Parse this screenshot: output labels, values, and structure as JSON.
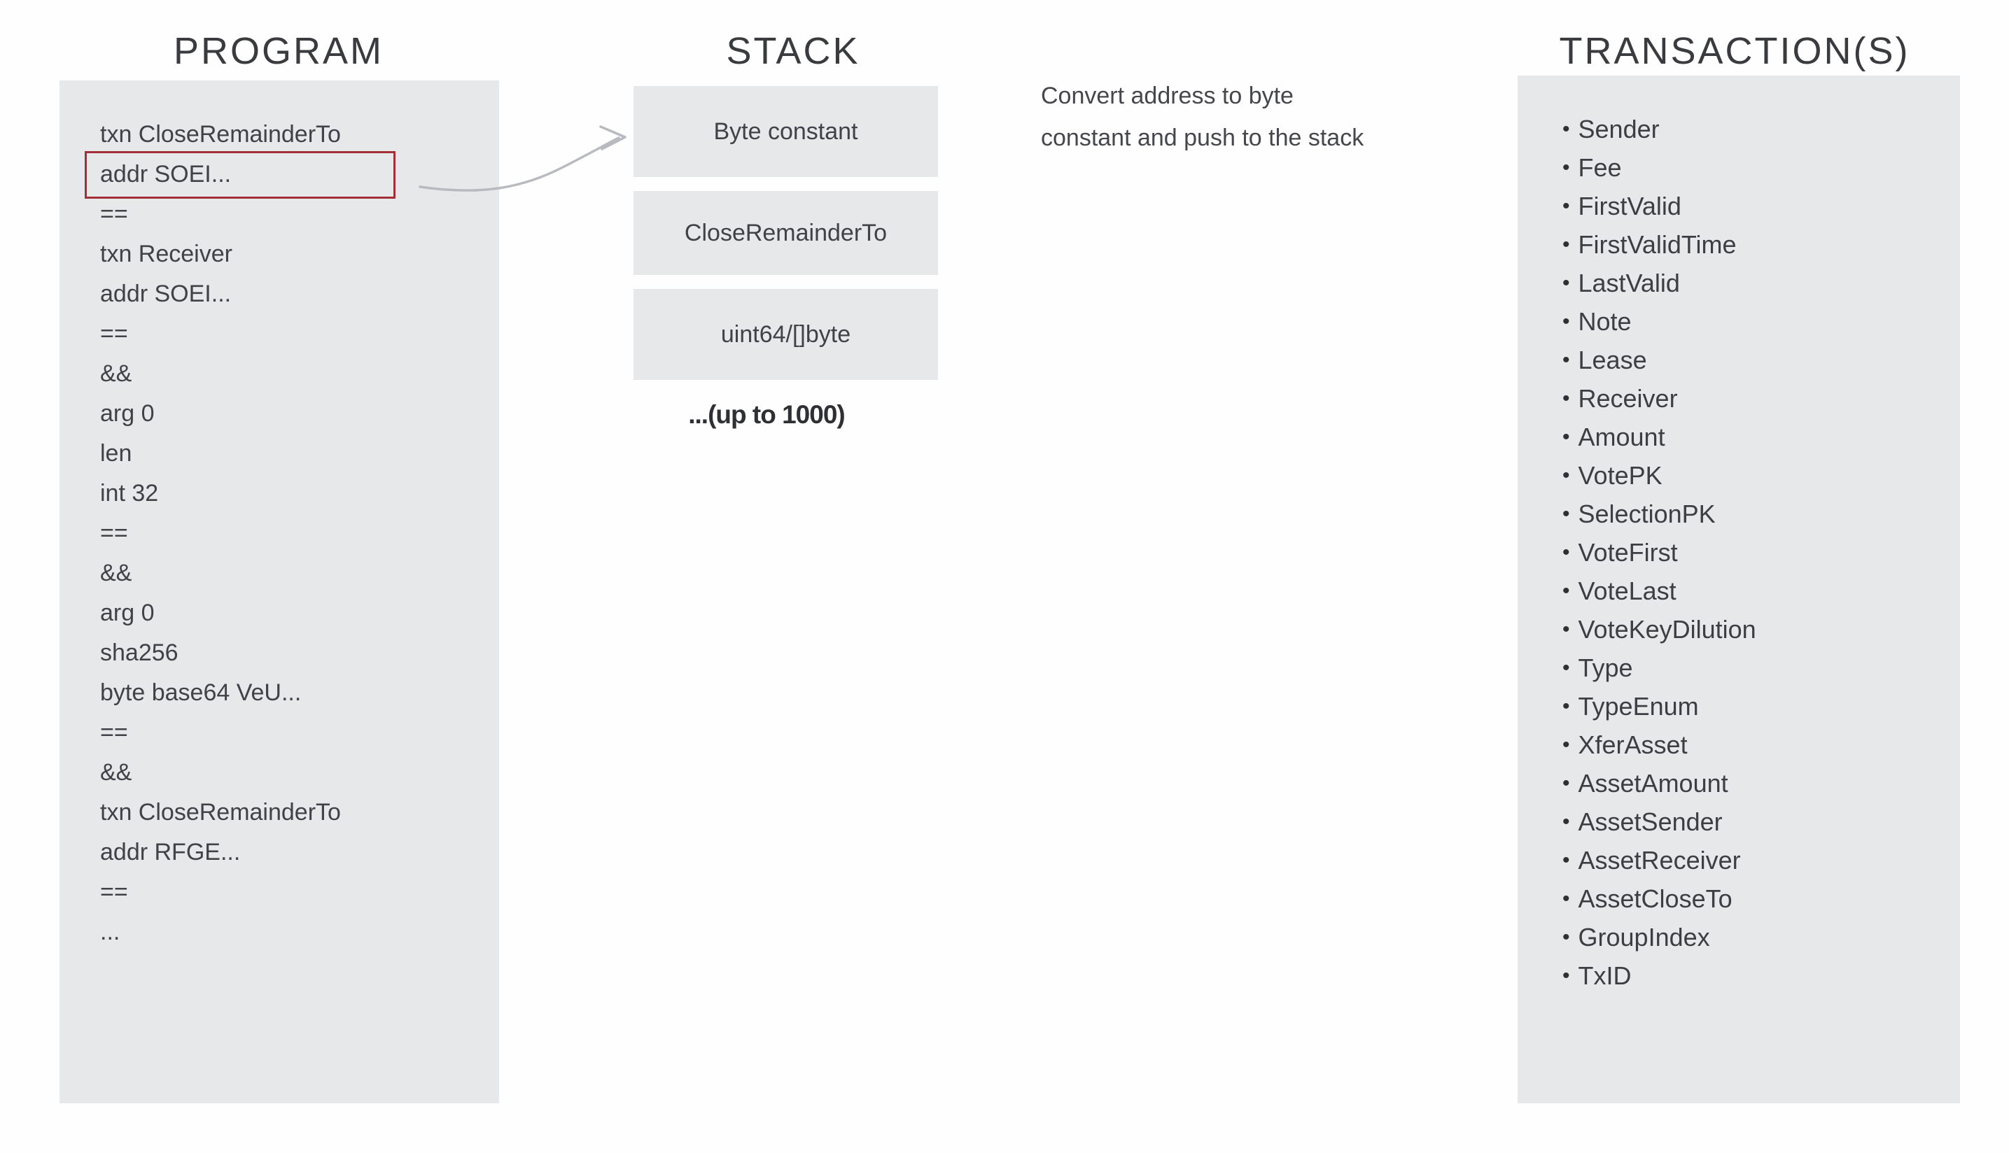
{
  "colors": {
    "panel_fill": "#e7e8ea",
    "highlight_border": "#a22f38",
    "arrow": "#b9bac0",
    "heading_text": "#3a3b3f",
    "body_text": "#404248"
  },
  "program": {
    "title": "PROGRAM",
    "highlighted_line_index": 1,
    "lines": [
      "txn CloseRemainderTo",
      "addr SOEI...",
      "==",
      "txn Receiver",
      "addr SOEI...",
      "==",
      "&&",
      "arg 0",
      "len",
      "int 32",
      "==",
      "&&",
      "arg 0",
      "sha256",
      "byte base64 VeU...",
      "==",
      "&&",
      "txn CloseRemainderTo",
      "addr RFGE...",
      "==",
      "..."
    ]
  },
  "stack": {
    "title": "STACK",
    "boxes": [
      "Byte constant",
      "CloseRemainderTo",
      "uint64/[]byte"
    ],
    "overflow_note": "...(up to 1000)"
  },
  "annotation": {
    "line1": "Convert address to byte",
    "line2": "constant and push to the stack"
  },
  "transactions": {
    "title": "TRANSACTION(S)",
    "bullet": "•",
    "fields": [
      "Sender",
      "Fee",
      "FirstValid",
      "FirstValidTime",
      "LastValid",
      "Note",
      "Lease",
      "Receiver",
      "Amount",
      "VotePK",
      "SelectionPK",
      "VoteFirst",
      "VoteLast",
      "VoteKeyDilution",
      "Type",
      "TypeEnum",
      "XferAsset",
      "AssetAmount",
      "AssetSender",
      "AssetReceiver",
      "AssetCloseTo",
      "GroupIndex",
      "TxID"
    ]
  }
}
